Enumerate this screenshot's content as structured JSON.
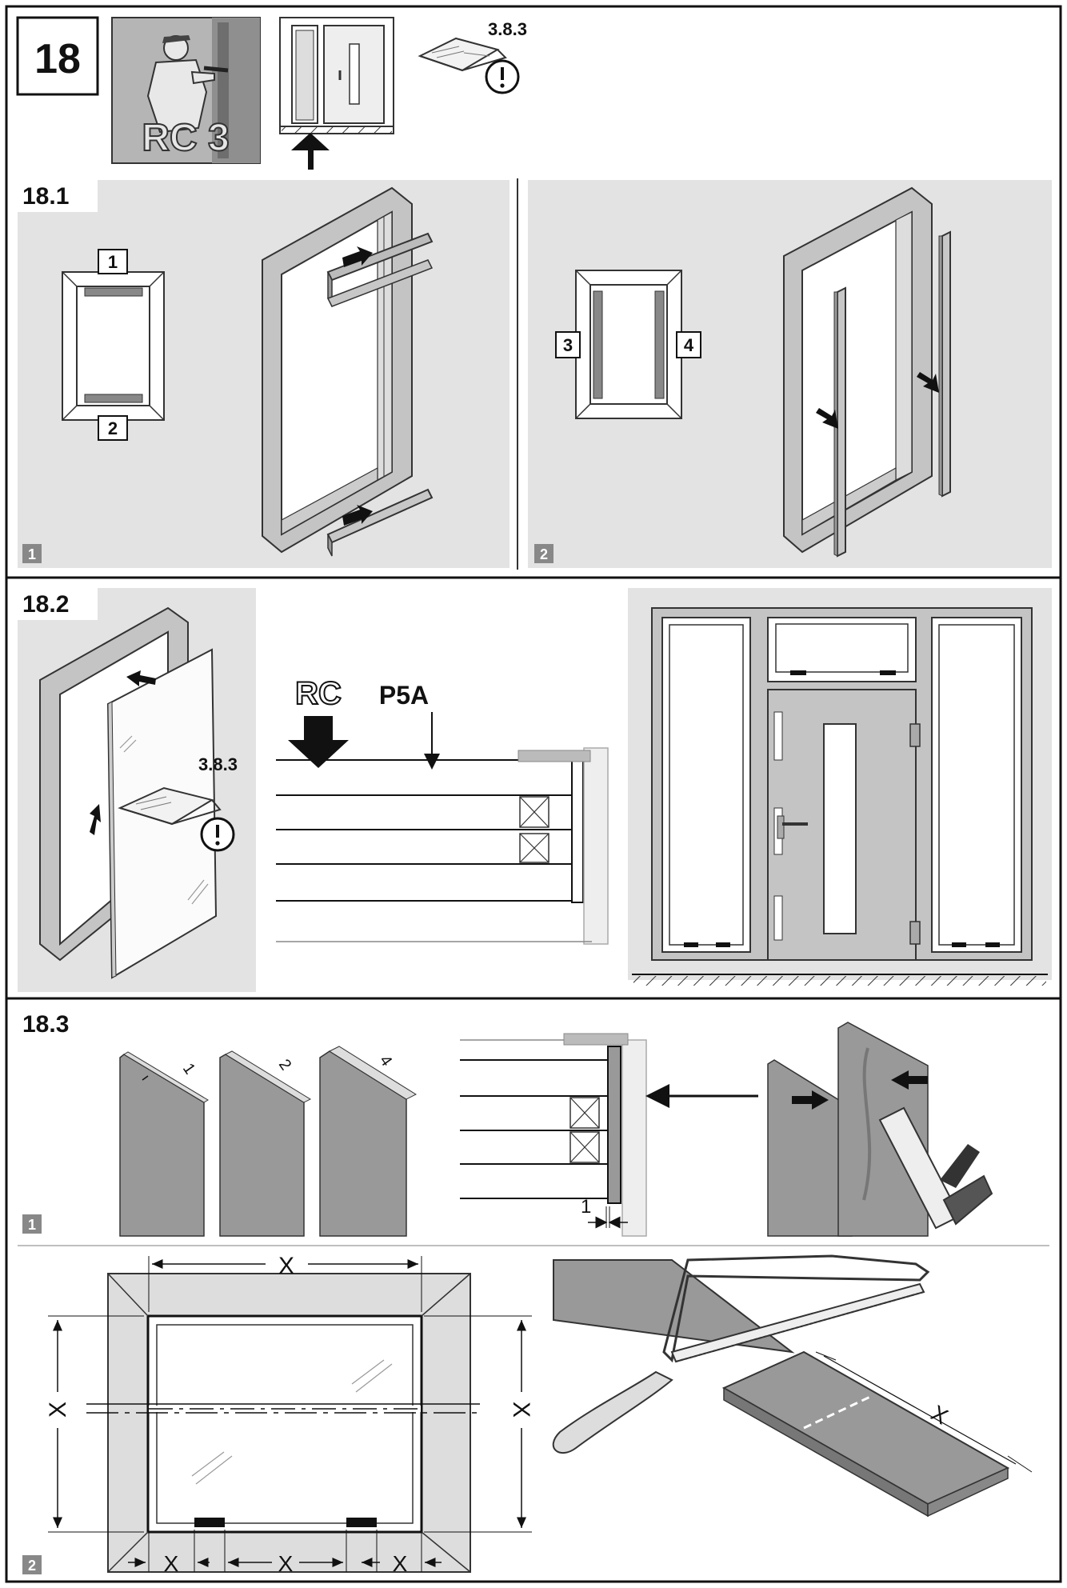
{
  "step": {
    "number": "18",
    "badge": "RC 3",
    "reference": "3.8.3"
  },
  "sections": [
    {
      "id": "18.1",
      "title": "18.1",
      "panels": [
        "1",
        "2"
      ],
      "callouts": [
        "1",
        "2",
        "3",
        "4"
      ]
    },
    {
      "id": "18.2",
      "title": "18.2",
      "reference": "3.8.3",
      "rc_label": "RC",
      "profile_label": "P5A"
    },
    {
      "id": "18.3",
      "title": "18.3",
      "panels": [
        "1",
        "2"
      ],
      "thickness_labels": [
        "1",
        "2",
        "4"
      ],
      "gap_label": "1",
      "dimension_label": "X"
    }
  ],
  "colors": {
    "panel_bg": "#e3e3e3",
    "frame": "#c4c4c4",
    "stroke": "#2a2a2a",
    "dark": "#111111"
  },
  "icons": [
    "worker-icon",
    "door-elevation-icon",
    "manual-warning-icon",
    "arrow-icon",
    "saw-icon",
    "sealant-gun-icon"
  ]
}
